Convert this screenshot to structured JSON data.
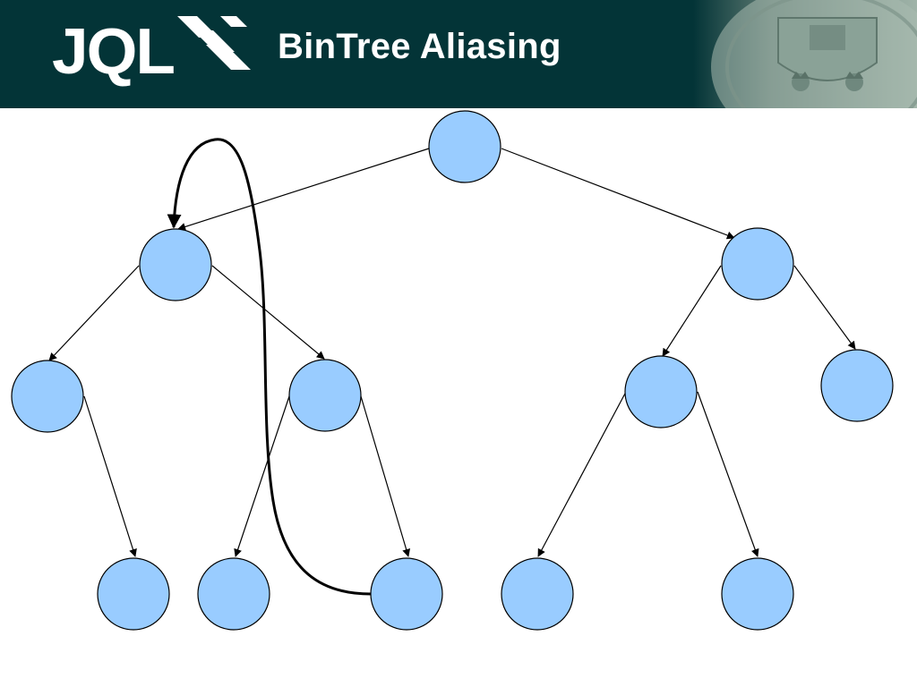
{
  "slide": {
    "logo_text": "JQL",
    "title": "BinTree Aliasing"
  },
  "colors": {
    "header_bg": "#033437",
    "node_fill": "#99ccff",
    "node_stroke": "#000000",
    "edge": "#000000",
    "alias_arrow": "#000000"
  },
  "tree": {
    "nodes": [
      "root",
      "l",
      "r",
      "ll",
      "lr",
      "rl",
      "rr",
      "llr",
      "lrl",
      "lrr",
      "rll",
      "rlr"
    ],
    "edges": [
      [
        "root",
        "l"
      ],
      [
        "root",
        "r"
      ],
      [
        "l",
        "ll"
      ],
      [
        "l",
        "lr"
      ],
      [
        "r",
        "rl"
      ],
      [
        "r",
        "rr"
      ],
      [
        "ll",
        "llr"
      ],
      [
        "lr",
        "lrl"
      ],
      [
        "lr",
        "lrr"
      ],
      [
        "rl",
        "rll"
      ],
      [
        "rl",
        "rlr"
      ]
    ],
    "alias": {
      "from": "lrr",
      "to": "l"
    }
  }
}
